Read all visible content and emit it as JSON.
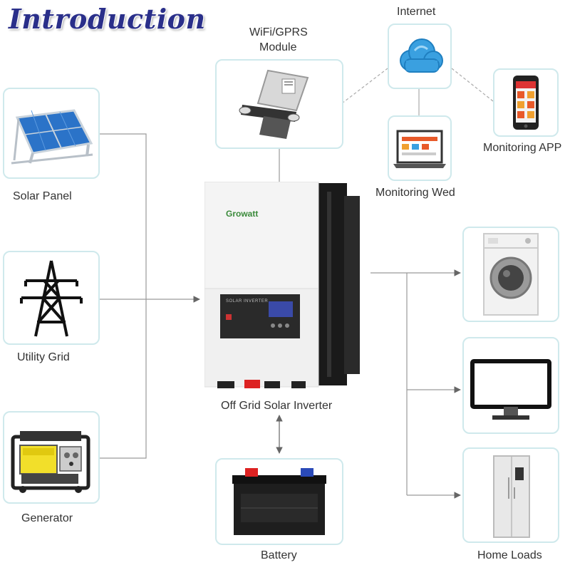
{
  "title": "Introduction",
  "labels": {
    "internet": "Internet",
    "wifi_line1": "WiFi/GPRS",
    "wifi_line2": "Module",
    "monitoring_app": "Monitoring APP",
    "monitoring_web": "Monitoring Wed",
    "solar_panel": "Solar Panel",
    "utility_grid": "Utility Grid",
    "generator": "Generator",
    "inverter": "Off Grid Solar Inverter",
    "battery": "Battery",
    "home_loads": "Home Loads"
  },
  "inverter": {
    "brand": "Growatt",
    "panel_text": "SOLAR INVERTER"
  },
  "colors": {
    "title": "#2a2f8a",
    "box_border": "#cfe9ec",
    "wire": "#9a9a9a",
    "solar_blue": "#2b73c8",
    "cloud_blue": "#3aa0e0",
    "generator_yellow": "#f2df2a"
  },
  "icons": [
    "solar-panel-icon",
    "pylon-icon",
    "generator-icon",
    "wifi-module-icon",
    "cloud-icon",
    "laptop-icon",
    "phone-icon",
    "washing-machine-icon",
    "monitor-icon",
    "refrigerator-icon",
    "battery-icon"
  ]
}
